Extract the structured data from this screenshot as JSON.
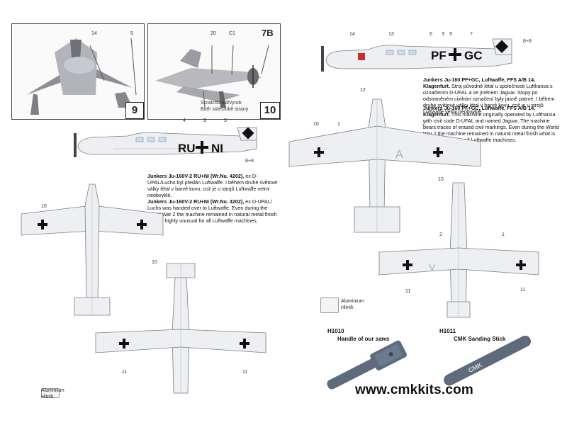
{
  "panels": {
    "p9": {
      "number": "9",
      "callouts": [
        "14",
        "5"
      ]
    },
    "p10": {
      "number": "10",
      "corner_label": "7B",
      "callouts": [
        "20",
        "C1"
      ],
      "note_line1": "Scratchbuild/vyrob",
      "note_line2": "Both sides/obě strany"
    }
  },
  "aircraft_left": {
    "registration_left": "RU",
    "registration_right": "NI",
    "callouts_side": [
      "4",
      "9",
      "5",
      "8+8"
    ],
    "callouts_wings": [
      "10",
      "10"
    ],
    "callouts_bottom": [
      "11",
      "11"
    ],
    "desc_czech_title": "Junkers Ju-160V-2 RU+NI (Wr.Nu. 4202),",
    "desc_czech_body": "ex D-UPAL/Luchs byl předán Luftwaffe. I během druhé světové války létal v barvě kovu, což je u strojů Luftwaffe velmi neobvyklé.",
    "desc_english_title": "Junkers Ju-160V-2 RU+NI (Wr.Nu. 4202),",
    "desc_english_body": "ex D-UPAL/ Luchs was handed over to Luftwaffe. Even during the World War 2 the machine remained in natural metal finish what is highly unusual for all Luftwaffe machines."
  },
  "aircraft_right": {
    "registration_left": "PF",
    "registration_right": "GC",
    "callouts_side": [
      "14",
      "13",
      "6",
      "3",
      "9",
      "7",
      "8+8",
      "12"
    ],
    "callouts_top": [
      "10",
      "1",
      "2",
      "10"
    ],
    "callouts_bottom": [
      "2",
      "1",
      "11",
      "11"
    ],
    "desc_czech_title": "Junkers Ju-160 PF+GC, Luftwaffe, FFS A/B 14, Klagenfurt.",
    "desc_czech_body": "Stroj původně létal u společnosti Lufthansa s označením D-UFAL a se jménem Jaguar. Stopy po odstraněném civilním označení byly jasně patrné. I během druhé světové války létal v barvě kovu, což je u strojů Luftwaffe velmi neobvyklé.",
    "desc_english_title": "Junkers Ju-160 PF+GC, Luftwaffe, FFS A/B 14, Klagenfurt.",
    "desc_english_body": "This machine originally operated by Lufthansa with civil code D-UFAL and named Jaguar. The machine bears traces of erased civil markings. Even during the World War 2 the machine remained in natural metal finish what is highly unusual for all Luftwaffe machines."
  },
  "swatches": {
    "left": {
      "line1": "Aluminium",
      "line2": "Hliník",
      "color": "#f4f4f6"
    },
    "right": {
      "line1": "Aluminium",
      "line2": "Hliník",
      "color": "#f4f4f6"
    }
  },
  "tools": {
    "h1010": {
      "code": "H1010",
      "label": "Handle of our saws"
    },
    "h1011": {
      "code": "H1011",
      "label": "CMK Sanding Stick",
      "logo_text": "CMK"
    }
  },
  "website": "www.cmkkits.com",
  "colors": {
    "metal": "#e9eaee",
    "line": "#7a7d86",
    "cross_black": "#111111",
    "tool_blue": "#5d6b7c",
    "trace_blue": "#9fb3c7"
  }
}
